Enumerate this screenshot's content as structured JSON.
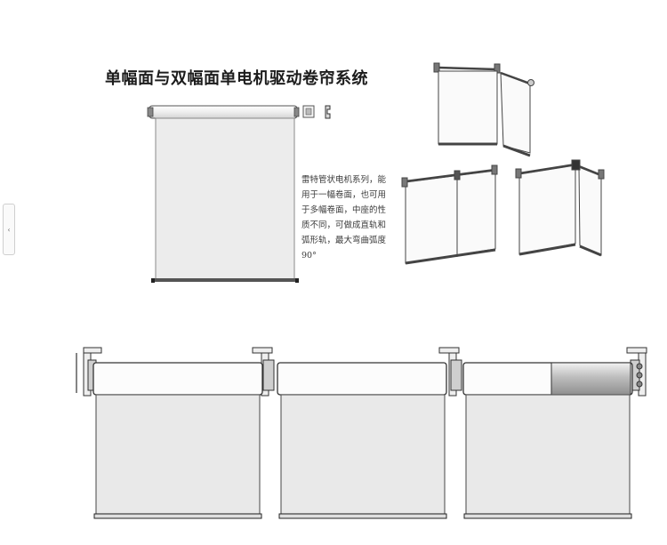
{
  "title": "单幅面与双幅面单电机驱动卷帘系统",
  "description_lines": [
    "雷特管状电机系列，能",
    "用于一幅卷面，也可用",
    "于多幅卷面，中座的性",
    "质不同，可做成直轨和",
    "弧形轨，最大弯曲弧度",
    "90°"
  ],
  "side_tab": {
    "icon": "chevron-left-icon",
    "glyph": "‹"
  },
  "colors": {
    "line": "#3a3a3a",
    "fabric": "#e8e8e8",
    "fabric_light": "#f4f4f4",
    "motor_highlight": "#c9c9c9"
  }
}
